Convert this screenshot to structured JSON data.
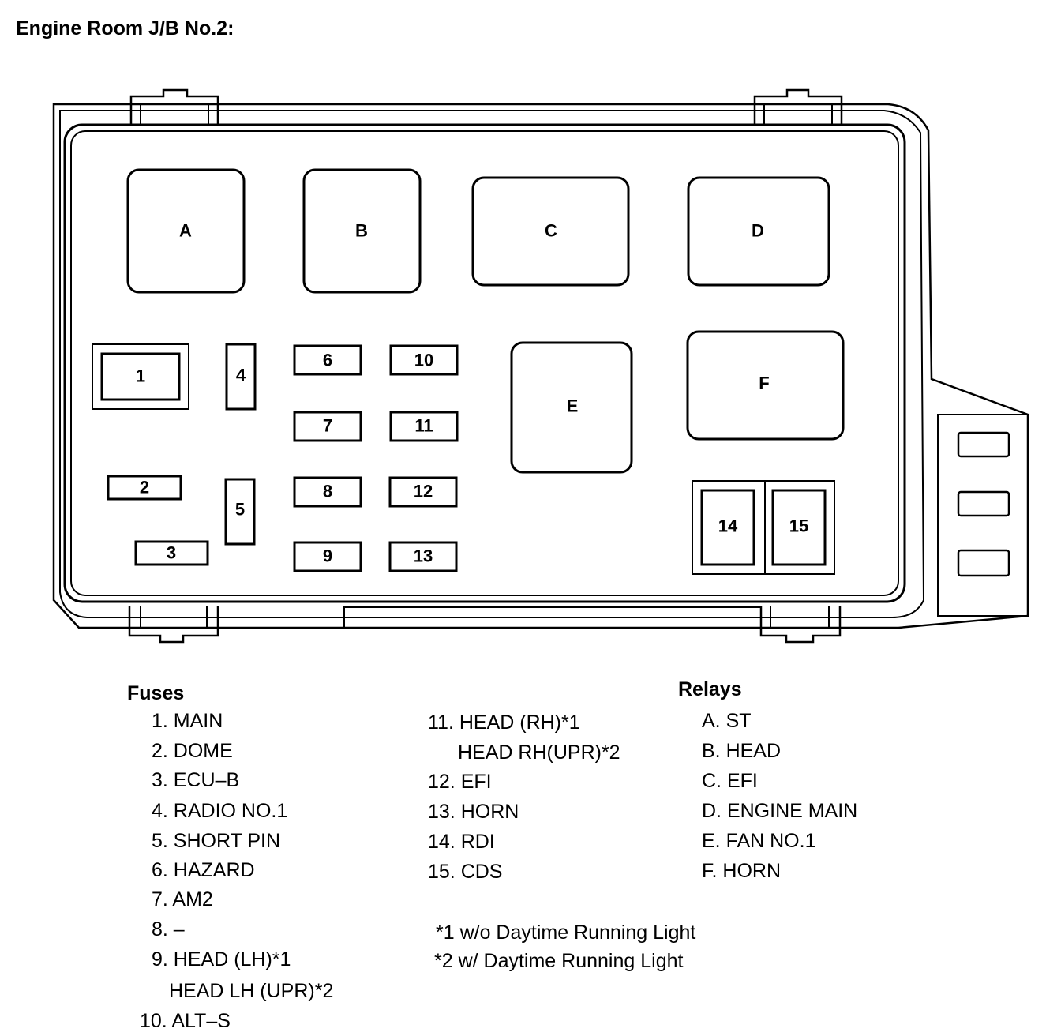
{
  "title": "Engine Room J/B No.2:",
  "slots": {
    "A": "A",
    "B": "B",
    "C": "C",
    "D": "D",
    "E": "E",
    "F": "F",
    "f1": "1",
    "f2": "2",
    "f3": "3",
    "f4": "4",
    "f5": "5",
    "f6": "6",
    "f7": "7",
    "f8": "8",
    "f9": "9",
    "f10": "10",
    "f11": "11",
    "f12": "12",
    "f13": "13",
    "f14": "14",
    "f15": "15"
  },
  "fuses": {
    "heading": "Fuses",
    "col1": [
      "1. MAIN",
      "2. DOME",
      "3. ECU–B",
      "4. RADIO NO.1",
      "5. SHORT PIN",
      "6. HAZARD",
      "7. AM2",
      "8. –",
      "9. HEAD (LH)*1",
      "HEAD LH (UPR)*2",
      "10. ALT–S"
    ],
    "col2": [
      "11. HEAD (RH)*1",
      "HEAD RH(UPR)*2",
      "12. EFI",
      "13. HORN",
      "14. RDI",
      "15. CDS"
    ]
  },
  "notes": [
    "*1 w/o Daytime Running Light",
    "*2 w/ Daytime Running Light"
  ],
  "relays": {
    "heading": "Relays",
    "items": [
      "A. ST",
      "B. HEAD",
      "C. EFI",
      "D. ENGINE MAIN",
      "E. FAN NO.1",
      "F. HORN"
    ]
  }
}
